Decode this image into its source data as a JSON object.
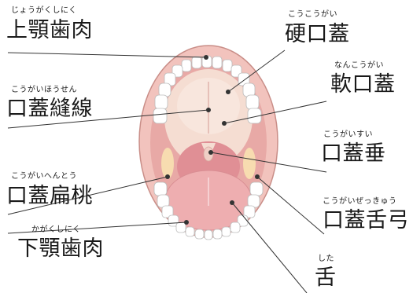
{
  "labels": {
    "upper_gum": {
      "reading": "じょうがくしにく",
      "text": "上顎歯肉"
    },
    "hard_palate": {
      "reading": "こうこうがい",
      "text": "硬口蓋"
    },
    "soft_palate": {
      "reading": "なんこうがい",
      "text": "軟口蓋"
    },
    "suture": {
      "reading": "こうがいほうせん",
      "text": "口蓋縫線"
    },
    "uvula": {
      "reading": "こうがいすい",
      "text": "口蓋垂"
    },
    "tonsil": {
      "reading": "こうがいへんとう",
      "text": "口蓋扁桃"
    },
    "arch": {
      "reading": "こうがいぜっきゅう",
      "text": "口蓋舌弓"
    },
    "lower_gum": {
      "reading": "かがくしにく",
      "text": "下顎歯肉"
    },
    "tongue": {
      "reading": "した",
      "text": "舌"
    }
  },
  "colors": {
    "lip": "#f2c3bd",
    "lip_outline": "#c98e88",
    "cavity": "#e8a9a6",
    "palate": "#f5ddd2",
    "throat": "#e08f95",
    "tongue": "#eeaeb0",
    "tooth": "#ffffff",
    "tonsil": "#f7dcb0",
    "line": "#333333"
  }
}
